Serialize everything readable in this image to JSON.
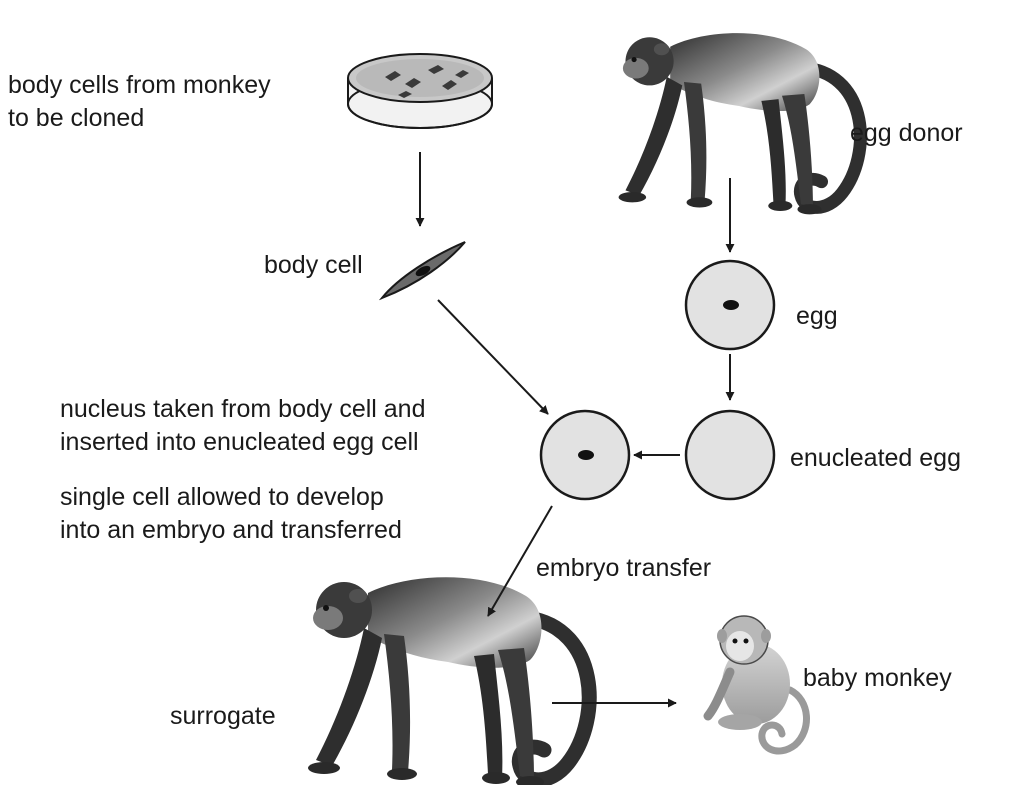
{
  "labels": {
    "body_cells": [
      "body cells from monkey",
      "to be cloned"
    ],
    "egg_donor": "egg donor",
    "body_cell": "body cell",
    "egg": "egg",
    "nucleus_step": [
      "nucleus taken from body cell and",
      "inserted into enucleated egg cell"
    ],
    "develop_step": [
      "single cell allowed to develop",
      "into an embryo and transferred"
    ],
    "enucleated_egg": "enucleated egg",
    "embryo_transfer": "embryo transfer",
    "surrogate": "surrogate",
    "baby_monkey": "baby monkey"
  },
  "icons": {
    "dish": "petri-dish-icon",
    "adult_monkey": "adult-monkey-icon",
    "baby_monkey": "baby-monkey-icon"
  },
  "colors": {
    "cell_fill": "#e2e2e2",
    "outline": "#1a1a1a",
    "monkey_dark": "#3a3a3a",
    "monkey_light": "#a9a9a9"
  }
}
